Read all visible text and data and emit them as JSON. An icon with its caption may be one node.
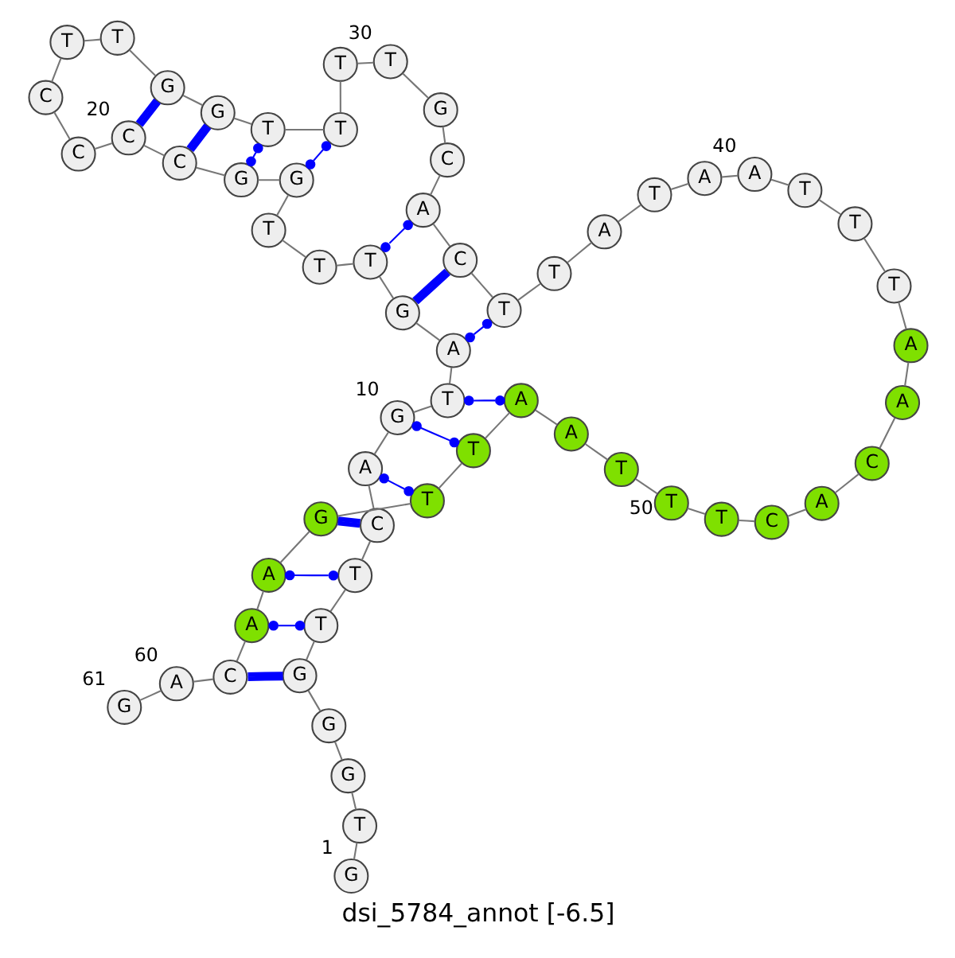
{
  "diagram": {
    "title": "dsi_5784_annot [-6.5]",
    "nodes": [
      {
        "text": [
          "G"
        ],
        "beside": [
          "1"
        ]
      },
      {
        "text": [
          "T"
        ]
      },
      {
        "text": [
          "G"
        ]
      },
      {
        "text": [
          "G"
        ]
      },
      {
        "text": [
          "G"
        ]
      },
      {
        "text": [
          "T"
        ]
      },
      {
        "text": [
          "T"
        ]
      },
      {
        "text": [
          "C"
        ]
      },
      {
        "text": [
          "A"
        ]
      },
      {
        "text": [
          "G"
        ],
        "beside": [
          "10"
        ]
      },
      {
        "text": [
          "T"
        ]
      },
      {
        "text": [
          "A"
        ]
      },
      {
        "text": [
          "G"
        ]
      },
      {
        "text": [
          "T"
        ]
      },
      {
        "text": [
          "T"
        ]
      },
      {
        "text": [
          "T"
        ]
      },
      {
        "text": [
          "G"
        ]
      },
      {
        "text": [
          "G"
        ]
      },
      {
        "text": [
          "C"
        ]
      },
      {
        "text": [
          "C"
        ],
        "beside": [
          "20"
        ]
      },
      {
        "text": [
          "C"
        ]
      },
      {
        "text": [
          "C"
        ]
      },
      {
        "text": [
          "T"
        ]
      },
      {
        "text": [
          "T"
        ]
      },
      {
        "text": [
          "G"
        ]
      },
      {
        "text": [
          "G"
        ]
      },
      {
        "text": [
          "T"
        ]
      },
      {
        "text": [
          "T"
        ]
      },
      {
        "text": [
          "T"
        ]
      },
      {
        "text": [
          "T"
        ],
        "beside": [
          "30"
        ]
      },
      {
        "text": [
          "G"
        ]
      },
      {
        "text": [
          "C"
        ]
      },
      {
        "text": [
          "A"
        ]
      },
      {
        "text": [
          "C"
        ]
      },
      {
        "text": [
          "T"
        ]
      },
      {
        "text": [
          "T"
        ]
      },
      {
        "text": [
          "A"
        ]
      },
      {
        "text": [
          "T"
        ]
      },
      {
        "text": [
          "A"
        ]
      },
      {
        "text": [
          "A"
        ],
        "beside": [
          "40"
        ]
      },
      {
        "text": [
          "T"
        ]
      },
      {
        "text": [
          "T"
        ]
      },
      {
        "text": [
          "T"
        ]
      },
      {
        "text": [
          "A"
        ]
      },
      {
        "text": [
          "A"
        ]
      },
      {
        "text": [
          "C"
        ]
      },
      {
        "text": [
          "A"
        ]
      },
      {
        "text": [
          "C"
        ]
      },
      {
        "text": [
          "T"
        ]
      },
      {
        "text": [
          "T"
        ],
        "beside": [
          "50"
        ]
      },
      {
        "text": [
          "T"
        ]
      },
      {
        "text": [
          "A"
        ]
      },
      {
        "text": [
          "A"
        ]
      },
      {
        "text": [
          "T"
        ]
      },
      {
        "text": [
          "T"
        ]
      },
      {
        "text": [
          "G"
        ]
      },
      {
        "text": [
          "A"
        ]
      },
      {
        "text": [
          "A"
        ]
      },
      {
        "text": [
          "C"
        ]
      },
      {
        "text": [
          "A"
        ],
        "beside": [
          "60"
        ]
      },
      {
        "text": [
          "G"
        ],
        "beside": [
          "61"
        ]
      }
    ],
    "edges": [
      {
        "from": 0,
        "to": 1,
        "arrow": "none"
      },
      {
        "from": 1,
        "to": 2,
        "arrow": "none"
      },
      {
        "from": 2,
        "to": 3,
        "arrow": "none"
      },
      {
        "from": 3,
        "to": 4,
        "arrow": "none"
      },
      {
        "from": 4,
        "to": 5,
        "arrow": "none"
      },
      {
        "from": 5,
        "to": 6,
        "arrow": "none"
      },
      {
        "from": 6,
        "to": 7,
        "arrow": "none"
      },
      {
        "from": 7,
        "to": 8,
        "arrow": "none"
      },
      {
        "from": 8,
        "to": 9,
        "arrow": "none"
      },
      {
        "from": 9,
        "to": 10,
        "arrow": "none"
      },
      {
        "from": 10,
        "to": 11,
        "arrow": "none"
      },
      {
        "from": 11,
        "to": 12,
        "arrow": "none"
      },
      {
        "from": 12,
        "to": 13,
        "arrow": "none"
      },
      {
        "from": 13,
        "to": 14,
        "arrow": "none"
      },
      {
        "from": 14,
        "to": 15,
        "arrow": "none"
      },
      {
        "from": 15,
        "to": 16,
        "arrow": "none"
      },
      {
        "from": 16,
        "to": 17,
        "arrow": "none"
      },
      {
        "from": 17,
        "to": 18,
        "arrow": "none"
      },
      {
        "from": 18,
        "to": 19,
        "arrow": "none"
      },
      {
        "from": 19,
        "to": 20,
        "arrow": "none"
      },
      {
        "from": 20,
        "to": 21,
        "arrow": "none"
      },
      {
        "from": 21,
        "to": 22,
        "arrow": "none"
      },
      {
        "from": 22,
        "to": 23,
        "arrow": "none"
      },
      {
        "from": 23,
        "to": 24,
        "arrow": "none"
      },
      {
        "from": 24,
        "to": 25,
        "arrow": "none"
      },
      {
        "from": 25,
        "to": 26,
        "arrow": "none"
      },
      {
        "from": 26,
        "to": 27,
        "arrow": "none"
      },
      {
        "from": 27,
        "to": 28,
        "arrow": "none"
      },
      {
        "from": 28,
        "to": 29,
        "arrow": "none"
      },
      {
        "from": 29,
        "to": 30,
        "arrow": "none"
      },
      {
        "from": 30,
        "to": 31,
        "arrow": "none"
      },
      {
        "from": 31,
        "to": 32,
        "arrow": "none"
      },
      {
        "from": 32,
        "to": 33,
        "arrow": "none"
      },
      {
        "from": 33,
        "to": 34,
        "arrow": "none"
      },
      {
        "from": 34,
        "to": 35,
        "arrow": "none"
      },
      {
        "from": 35,
        "to": 36,
        "arrow": "none"
      },
      {
        "from": 36,
        "to": 37,
        "arrow": "none"
      },
      {
        "from": 37,
        "to": 38,
        "arrow": "none"
      },
      {
        "from": 38,
        "to": 39,
        "arrow": "none"
      },
      {
        "from": 39,
        "to": 40,
        "arrow": "none"
      },
      {
        "from": 40,
        "to": 41,
        "arrow": "none"
      },
      {
        "from": 41,
        "to": 42,
        "arrow": "none"
      },
      {
        "from": 42,
        "to": 43,
        "arrow": "none"
      },
      {
        "from": 43,
        "to": 44,
        "arrow": "none"
      },
      {
        "from": 44,
        "to": 45,
        "arrow": "none"
      },
      {
        "from": 45,
        "to": 46,
        "arrow": "none"
      },
      {
        "from": 46,
        "to": 47,
        "arrow": "none"
      },
      {
        "from": 47,
        "to": 48,
        "arrow": "none"
      },
      {
        "from": 48,
        "to": 49,
        "arrow": "none"
      },
      {
        "from": 49,
        "to": 50,
        "arrow": "none"
      },
      {
        "from": 50,
        "to": 51,
        "arrow": "none"
      },
      {
        "from": 51,
        "to": 52,
        "arrow": "none"
      },
      {
        "from": 52,
        "to": 53,
        "arrow": "none"
      },
      {
        "from": 53,
        "to": 54,
        "arrow": "none"
      },
      {
        "from": 54,
        "to": 55,
        "arrow": "none"
      },
      {
        "from": 55,
        "to": 56,
        "arrow": "none"
      },
      {
        "from": 56,
        "to": 57,
        "arrow": "none"
      },
      {
        "from": 57,
        "to": 58,
        "arrow": "none"
      },
      {
        "from": 58,
        "to": 59,
        "arrow": "none"
      },
      {
        "from": 59,
        "to": 60,
        "arrow": "none"
      },
      {
        "from": 4,
        "to": 58,
        "arrow": "none",
        "style": "thick",
        "color": "#0000ff"
      },
      {
        "from": 5,
        "to": 57,
        "arrow": "other",
        "color": "#0000ff"
      },
      {
        "from": 6,
        "to": 56,
        "arrow": "other",
        "color": "#0000ff"
      },
      {
        "from": 7,
        "to": 55,
        "arrow": "none",
        "style": "thick",
        "color": "#0000ff"
      },
      {
        "from": 8,
        "to": 54,
        "arrow": "other",
        "color": "#0000ff"
      },
      {
        "from": 9,
        "to": 53,
        "arrow": "other",
        "color": "#0000ff"
      },
      {
        "from": 10,
        "to": 52,
        "arrow": "other",
        "color": "#0000ff"
      },
      {
        "from": 11,
        "to": 34,
        "arrow": "other",
        "color": "#0000ff"
      },
      {
        "from": 12,
        "to": 33,
        "arrow": "none",
        "style": "thick",
        "color": "#0000ff"
      },
      {
        "from": 13,
        "to": 32,
        "arrow": "other",
        "color": "#0000ff"
      },
      {
        "from": 16,
        "to": 27,
        "arrow": "other",
        "color": "#0000ff"
      },
      {
        "from": 17,
        "to": 26,
        "arrow": "other",
        "color": "#0000ff"
      },
      {
        "from": 18,
        "to": 25,
        "arrow": "none",
        "style": "thick",
        "color": "#0000ff"
      },
      {
        "from": 19,
        "to": 24,
        "arrow": "none",
        "style": "thick",
        "color": "#0000ff"
      }
    ]
  }
}
